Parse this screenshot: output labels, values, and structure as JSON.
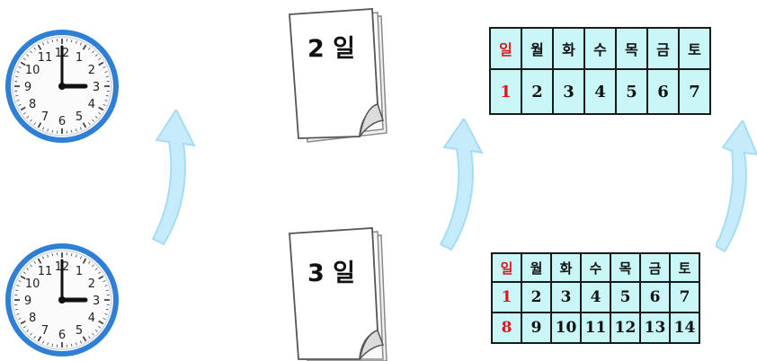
{
  "clocks": [
    {
      "id": "clock-top",
      "numerals": [
        "12",
        "1",
        "2",
        "3",
        "4",
        "5",
        "6",
        "7",
        "8",
        "9",
        "10",
        "11"
      ],
      "hour": 3,
      "minute": 0
    },
    {
      "id": "clock-bottom",
      "numerals": [
        "12",
        "1",
        "2",
        "3",
        "4",
        "5",
        "6",
        "7",
        "8",
        "9",
        "10",
        "11"
      ],
      "hour": 3,
      "minute": 0
    }
  ],
  "pads": [
    {
      "id": "pad-top",
      "label": "2 일"
    },
    {
      "id": "pad-bottom",
      "label": "3 일"
    }
  ],
  "calendar_week1": {
    "headers": [
      "일",
      "월",
      "화",
      "수",
      "목",
      "금",
      "토"
    ],
    "rows": [
      [
        "1",
        "2",
        "3",
        "4",
        "5",
        "6",
        "7"
      ]
    ]
  },
  "calendar_week2": {
    "headers": [
      "일",
      "월",
      "화",
      "수",
      "목",
      "금",
      "토"
    ],
    "rows": [
      [
        "1",
        "2",
        "3",
        "4",
        "5",
        "6",
        "7"
      ],
      [
        "8",
        "9",
        "10",
        "11",
        "12",
        "13",
        "14"
      ]
    ]
  },
  "colors": {
    "clock_rim": "#2f7fd6",
    "arrow_fill": "#c6ebfb",
    "arrow_stroke": "#a8dcf3",
    "calendar_bg": "#c9f6f6",
    "sunday": "#e0151b"
  }
}
